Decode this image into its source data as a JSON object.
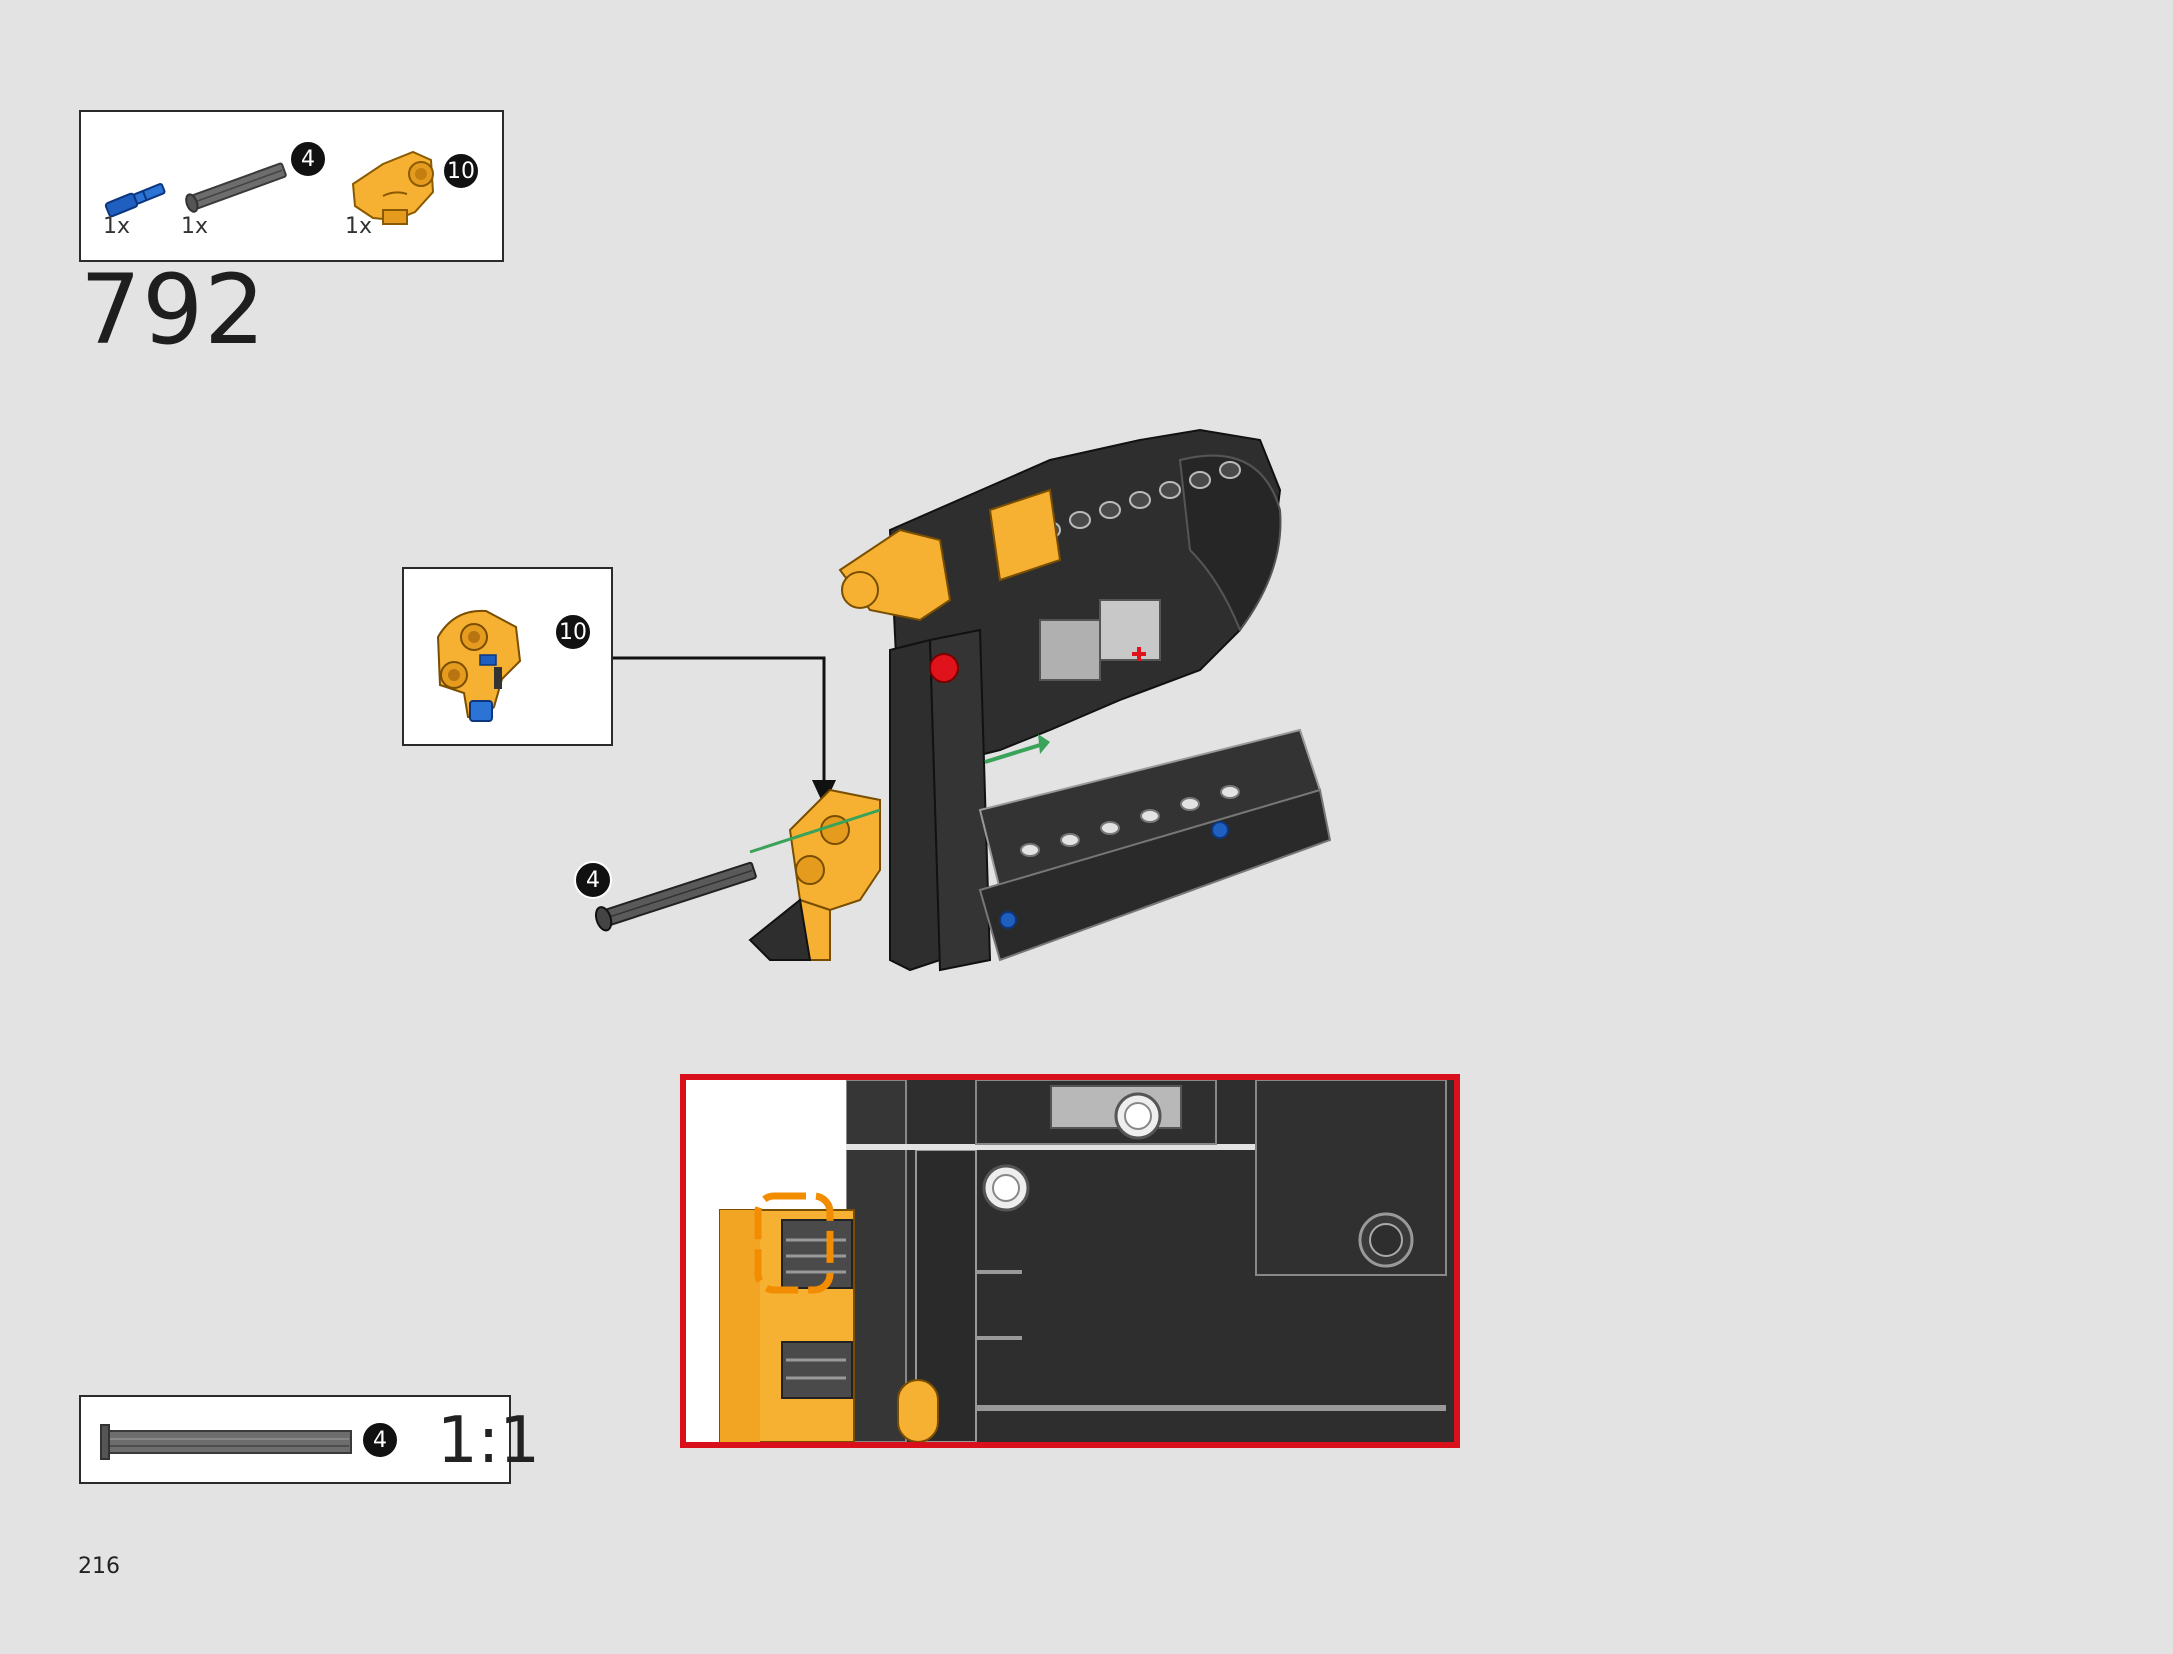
{
  "parts_list": {
    "items": [
      {
        "icon": "blue-axle-pin-icon",
        "quantity": "1x",
        "color": "#1f5fbf"
      },
      {
        "icon": "grey-axle-icon",
        "quantity": "1x",
        "badge": "4",
        "color": "#6d6d6d"
      },
      {
        "icon": "yellow-connector-icon",
        "quantity": "1x",
        "badge": "10",
        "color": "#f6b132"
      }
    ]
  },
  "step": {
    "number": "792"
  },
  "subassembly": {
    "badge": "10"
  },
  "main": {
    "axle_badge": "4",
    "arrow_color": "#3aa35a"
  },
  "zoom": {
    "border_color": "#d9101c",
    "highlight_color": "#f28c00"
  },
  "scale_ref": {
    "badge": "4",
    "label": "1:1"
  },
  "page": {
    "number": "216"
  },
  "colors": {
    "background": "#e3e3e3",
    "black_part": "#2e2e2e",
    "yellow_part": "#f6b132",
    "red_part": "#e0121b"
  }
}
